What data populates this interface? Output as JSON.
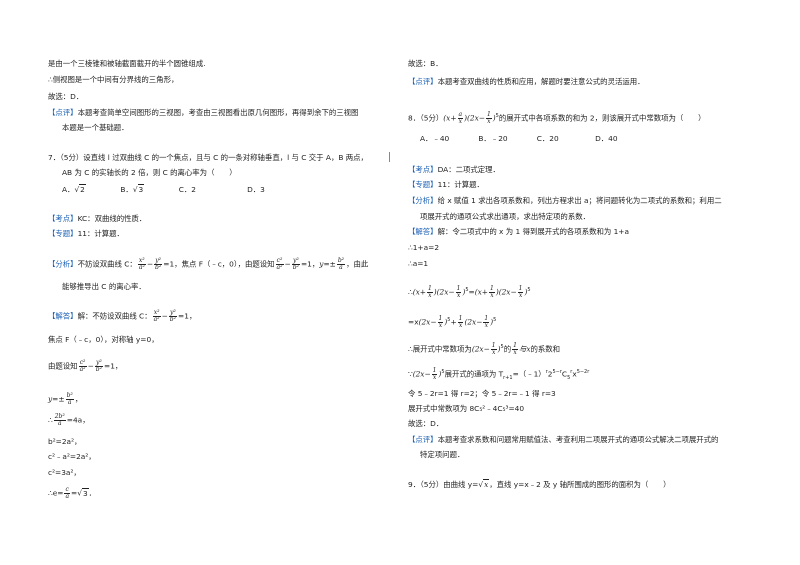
{
  "left": {
    "p1": "是由一个三棱锥和被轴截面截开的半个圆锥组成.",
    "p2": "∴侧视图是一个中间有分界线的三角形，",
    "p3": "故选：D．",
    "rev_tag": "【点评】",
    "rev_text1": "本题考查简单空间图形的三视图，考查由三视图看出原几何图形，再得到余下的三视图",
    "rev_text2": "本题是一个基础题．",
    "q7_a": "7．（5分）设直线 l 过双曲线 C 的一个焦点，且与 C 的一条对称轴垂直，l 与 C 交于 A，B 两点，",
    "q7_b": "AB 为 C 的实轴长的 2 倍，则 C 的离心率为（　　）",
    "q7_opt_a": "A．",
    "q7_opt_a_val": "2",
    "q7_opt_b": "B．",
    "q7_opt_b_val": "3",
    "q7_opt_c": "C．2",
    "q7_opt_d": "D．3",
    "kd_tag": "【考点】",
    "kd_text": "KC：双曲线的性质．",
    "zt_tag": "【专题】",
    "zt_text": "11：计算题．",
    "fx_tag": "【分析】",
    "fx_text1": "不妨设双曲线 C：",
    "fx_text2": "，焦点 F（﹣c，0），由题设知",
    "fx_text3": "，由此",
    "fx_text4": "能够推导出 C 的离心率．",
    "jd_tag": "【解答】",
    "jd_text": "解：不妨设双曲线 C：",
    "s1": "焦点 F（﹣c，0），对称轴 y=0，",
    "s2": "由题设知",
    "s3": "y=±",
    "s4": "=4a，",
    "s5": "b²=2a²，",
    "s6": "c²﹣a²=2a²，",
    "s7": "c²=3a²，",
    "s8": "∴e=",
    "s8b": "=",
    "s8c": "3",
    "s8d": "．"
  },
  "right": {
    "r1": "故选：B．",
    "r_rev_tag": "【点评】",
    "r_rev_text": "本题考查双曲线的性质和应用，解题时要注意公式的灵活运用．",
    "q8_a": "8．（5分）",
    "q8_b": "的展开式中各项系数的和为 2，则该展开式中常数项为（　　）",
    "q8_opt_a": "A．﹣40",
    "q8_opt_b": "B．﹣20",
    "q8_opt_c": "C．20",
    "q8_opt_d": "D．40",
    "kd_tag": "【考点】",
    "kd_text": "DA：二项式定理．",
    "zt_tag": "【专题】",
    "zt_text": "11：计算题．",
    "fx_tag": "【分析】",
    "fx_text1": "给 x 赋值 1 求出各项系数和，列出方程求出 a；将问题转化为二项式的系数和；利用二",
    "fx_text2": "项展开式的通项公式求出通项，求出特定项的系数．",
    "jd_tag": "【解答】",
    "jd_text": "解：令二项式中的 x 为 1 得到展开式的各项系数和为 1+a",
    "t1": "∴1+a=2",
    "t2": "∴a=1",
    "t3": "∴",
    "t4": "=x",
    "t5": "∴展开式中常数项为",
    "t5b": "的",
    "t5c": "的系数和",
    "t6": "∵",
    "t6b": "展开式的通项为 T",
    "t6c": "=（﹣1）",
    "t6d": "2",
    "t6e": "C",
    "t6f": "x",
    "t7": "令 5﹣2r=1 得 r=2；令 5﹣2r=﹣1 得 r=3",
    "t8": "展开式中常数项为 8C₅²﹣4C₅³=40",
    "t9": "故选：D．",
    "r_rev2_tag": "【点评】",
    "r_rev2_text1": "本题考查求系数和问题常用赋值法、考查利用二项展开式的通项公式解决二项展开式的",
    "r_rev2_text2": "特定项问题．",
    "q9": "9．（5分）由曲线 y=",
    "q9b": "x",
    "q9c": "，直线 y=x﹣2 及 y 轴所围成的图形的面积为（　　）"
  },
  "colors": {
    "tag": "#1a5fb4",
    "text": "#222222"
  }
}
